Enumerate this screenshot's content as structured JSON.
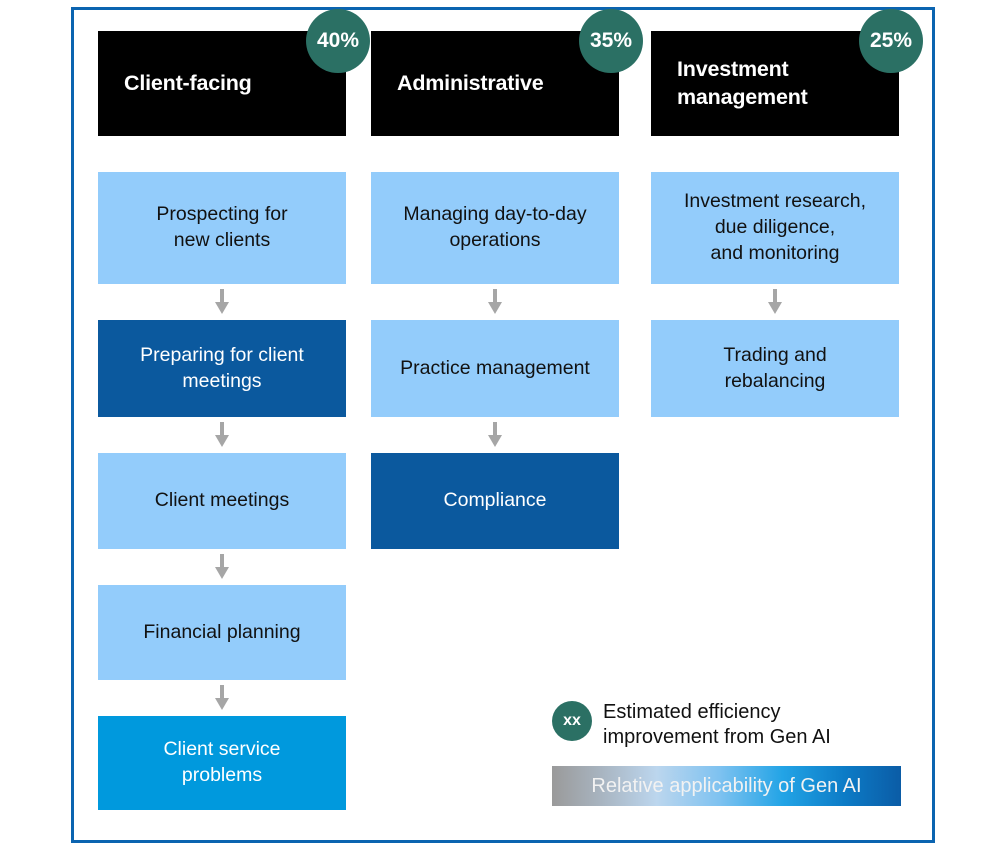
{
  "frame": {
    "border_color": "#0b64b0",
    "background": "#ffffff"
  },
  "colors": {
    "badge_green": "#2b7064",
    "shade_light": "#93ccfb",
    "shade_medium": "#0099dd",
    "shade_dark": "#0b599e",
    "header_black": "#000000",
    "arrow_gray": "#a6a6a6"
  },
  "columns": [
    {
      "id": "client-facing",
      "title": "Client-facing",
      "badge": "40%",
      "items": [
        {
          "label": "Prospecting for\nnew clients",
          "shade": "light",
          "height": 112
        },
        {
          "label": "Preparing for client\nmeetings",
          "shade": "dark",
          "height": 97
        },
        {
          "label": "Client meetings",
          "shade": "light",
          "height": 96
        },
        {
          "label": "Financial planning",
          "shade": "light",
          "height": 95
        },
        {
          "label": "Client service\nproblems",
          "shade": "medium",
          "height": 94
        }
      ]
    },
    {
      "id": "administrative",
      "title": "Administrative",
      "badge": "35%",
      "items": [
        {
          "label": "Managing day-to-day\noperations",
          "shade": "light",
          "height": 112
        },
        {
          "label": "Practice management",
          "shade": "light",
          "height": 97
        },
        {
          "label": "Compliance",
          "shade": "dark",
          "height": 96
        }
      ]
    },
    {
      "id": "investment-management",
      "title": "Investment\nmanagement",
      "badge": "25%",
      "items": [
        {
          "label": "Investment research,\ndue diligence,\nand monitoring",
          "shade": "light",
          "height": 112
        },
        {
          "label": "Trading and\nrebalancing",
          "shade": "light",
          "height": 97
        }
      ]
    }
  ],
  "legend": {
    "badge": "xx",
    "badge_description": "Estimated efficiency\nimprovement from Gen AI",
    "gradient_label": "Relative applicability of Gen AI"
  },
  "chart_data": {
    "type": "table",
    "title": "Advisor activity categories and relative applicability of Gen AI",
    "categories": [
      "Client-facing",
      "Administrative",
      "Investment management"
    ],
    "values": [
      40,
      35,
      25
    ],
    "value_unit": "%",
    "value_description": "Estimated efficiency improvement from Gen AI",
    "series": [
      {
        "name": "Client-facing",
        "efficiency_improvement_pct": 40,
        "tasks": [
          {
            "task": "Prospecting for new clients",
            "gen_ai_applicability": "low"
          },
          {
            "task": "Preparing for client meetings",
            "gen_ai_applicability": "high"
          },
          {
            "task": "Client meetings",
            "gen_ai_applicability": "low"
          },
          {
            "task": "Financial planning",
            "gen_ai_applicability": "low"
          },
          {
            "task": "Client service problems",
            "gen_ai_applicability": "medium"
          }
        ]
      },
      {
        "name": "Administrative",
        "efficiency_improvement_pct": 35,
        "tasks": [
          {
            "task": "Managing day-to-day operations",
            "gen_ai_applicability": "low"
          },
          {
            "task": "Practice management",
            "gen_ai_applicability": "low"
          },
          {
            "task": "Compliance",
            "gen_ai_applicability": "high"
          }
        ]
      },
      {
        "name": "Investment management",
        "efficiency_improvement_pct": 25,
        "tasks": [
          {
            "task": "Investment research, due diligence, and monitoring",
            "gen_ai_applicability": "low"
          },
          {
            "task": "Trading and rebalancing",
            "gen_ai_applicability": "low"
          }
        ]
      }
    ],
    "legend": [
      "Estimated efficiency improvement from Gen AI",
      "Relative applicability of Gen AI"
    ],
    "xlabel": "",
    "ylabel": "",
    "grid": false,
    "legend_position": "bottom-right"
  }
}
